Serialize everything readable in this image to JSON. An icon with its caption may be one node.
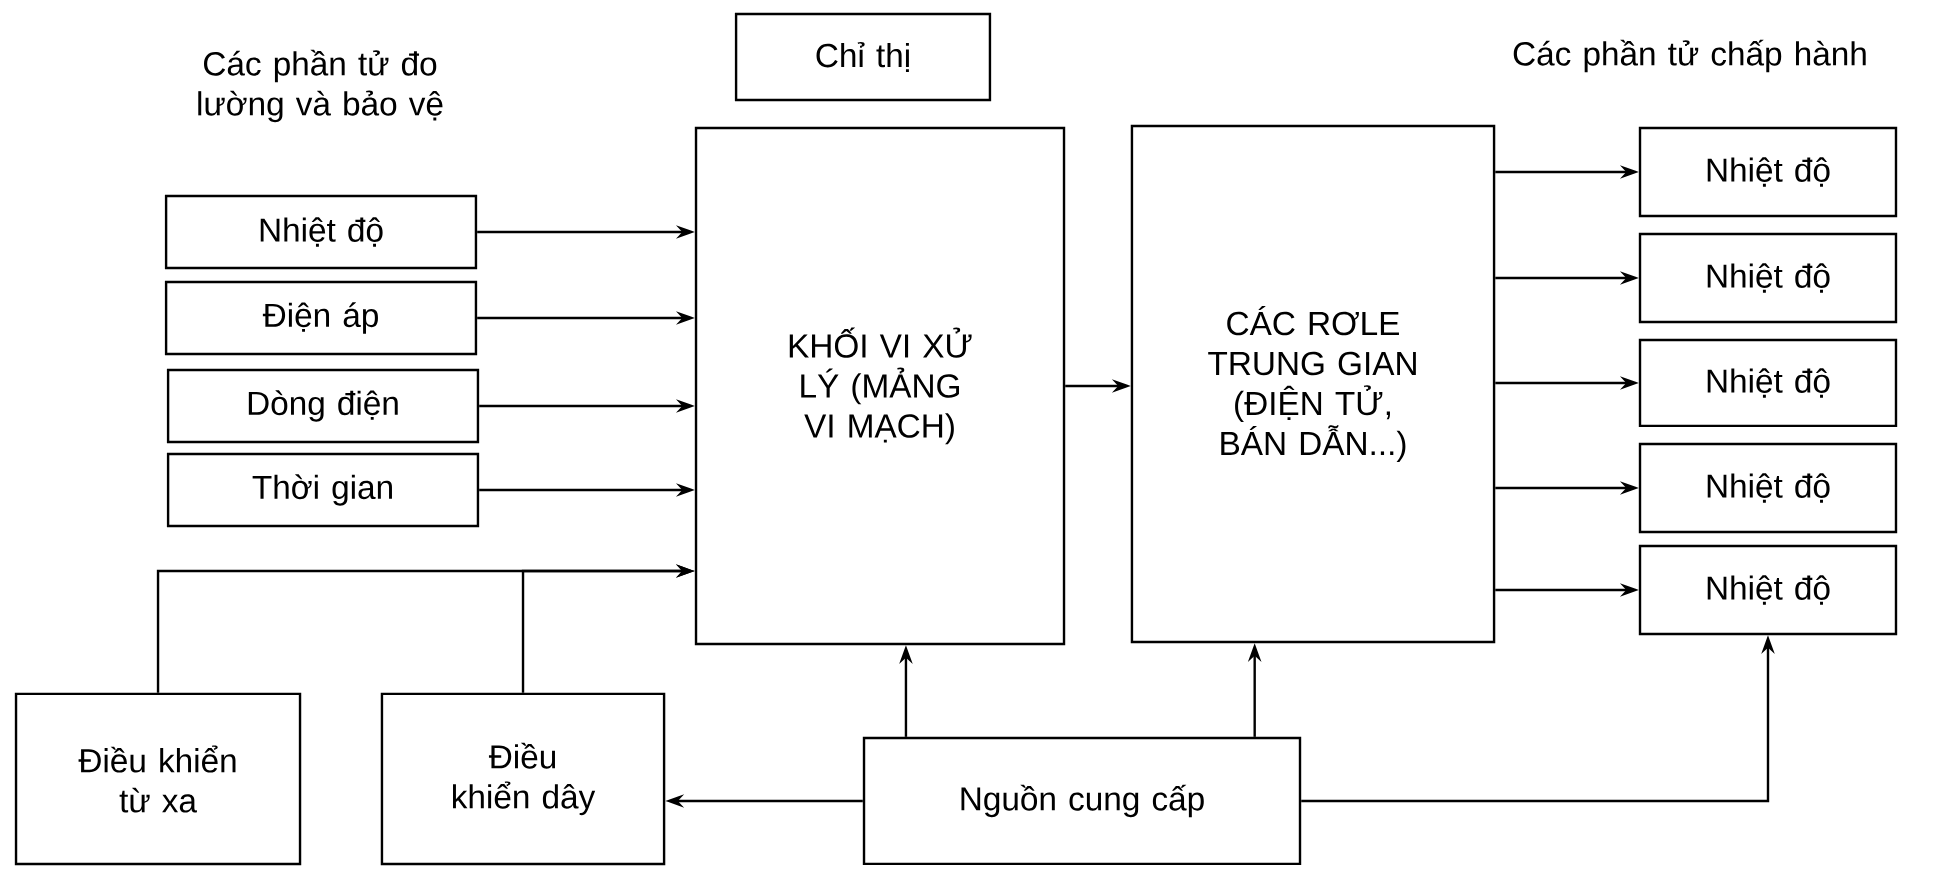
{
  "diagram": {
    "nodes": [
      {
        "text": [
          "Chỉ thị"
        ]
      },
      {
        "text": [
          "Nhiệt độ"
        ]
      },
      {
        "text": [
          "Điện áp"
        ]
      },
      {
        "text": [
          "Dòng điện"
        ]
      },
      {
        "text": [
          "Thời gian"
        ]
      },
      {
        "text": [
          "KHỐI VI XỬ LÝ (MẢNG VI MẠCH)"
        ]
      },
      {
        "text": [
          "CÁC RƠLE TRUNG GIAN (ĐIỆN TỬ, BÁN DẪN...)"
        ]
      },
      {
        "text": [
          "Nhiệt độ"
        ]
      },
      {
        "text": [
          "Nhiệt độ"
        ]
      },
      {
        "text": [
          "Nhiệt độ"
        ]
      },
      {
        "text": [
          "Nhiệt độ"
        ]
      },
      {
        "text": [
          "Nhiệt độ"
        ]
      },
      {
        "text": [
          "Điều khiển từ xa"
        ]
      },
      {
        "text": [
          "Điều khiển dây"
        ]
      },
      {
        "text": [
          "Nguồn cung cấp"
        ]
      }
    ],
    "edges": [
      {
        "from": 1,
        "to": 5,
        "arrow": "to"
      },
      {
        "from": 2,
        "to": 5,
        "arrow": "to"
      },
      {
        "from": 3,
        "to": 5,
        "arrow": "to"
      },
      {
        "from": 4,
        "to": 5,
        "arrow": "to"
      },
      {
        "from": 12,
        "to": 5,
        "arrow": "to"
      },
      {
        "from": 13,
        "to": 5,
        "arrow": "to"
      },
      {
        "from": 5,
        "to": 6,
        "arrow": "to"
      },
      {
        "from": 6,
        "to": 7,
        "arrow": "to"
      },
      {
        "from": 6,
        "to": 8,
        "arrow": "to"
      },
      {
        "from": 6,
        "to": 9,
        "arrow": "to"
      },
      {
        "from": 6,
        "to": 10,
        "arrow": "to"
      },
      {
        "from": 6,
        "to": 11,
        "arrow": "to"
      },
      {
        "from": 14,
        "to": 5,
        "arrow": "to"
      },
      {
        "from": 14,
        "to": 6,
        "arrow": "to"
      },
      {
        "from": 14,
        "to": 13,
        "arrow": "to"
      },
      {
        "from": 14,
        "to": 11,
        "arrow": "to"
      }
    ],
    "labels": [
      "Các phần tử đo lường và bảo vệ",
      "Các phần tử chấp hành"
    ]
  }
}
